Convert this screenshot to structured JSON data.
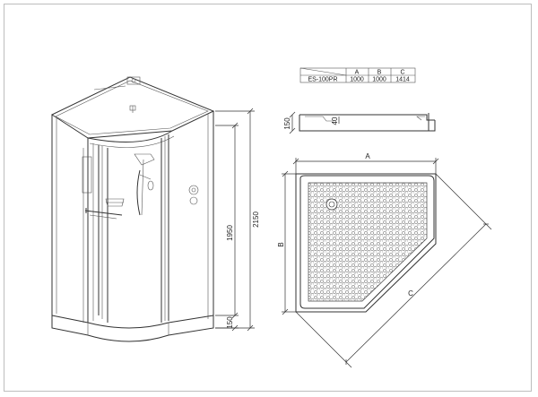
{
  "spec_table": {
    "headers": [
      "",
      "A",
      "B",
      "C"
    ],
    "row": [
      "ES-100PR",
      "1000",
      "1000",
      "1414"
    ]
  },
  "dimensions": {
    "total_height": "2150",
    "cabin_height": "1950",
    "tray_height": "150",
    "tray_side_height": "150",
    "tray_inner_height": "40",
    "width_a": "A",
    "depth_b": "B",
    "diagonal_c": "C"
  }
}
